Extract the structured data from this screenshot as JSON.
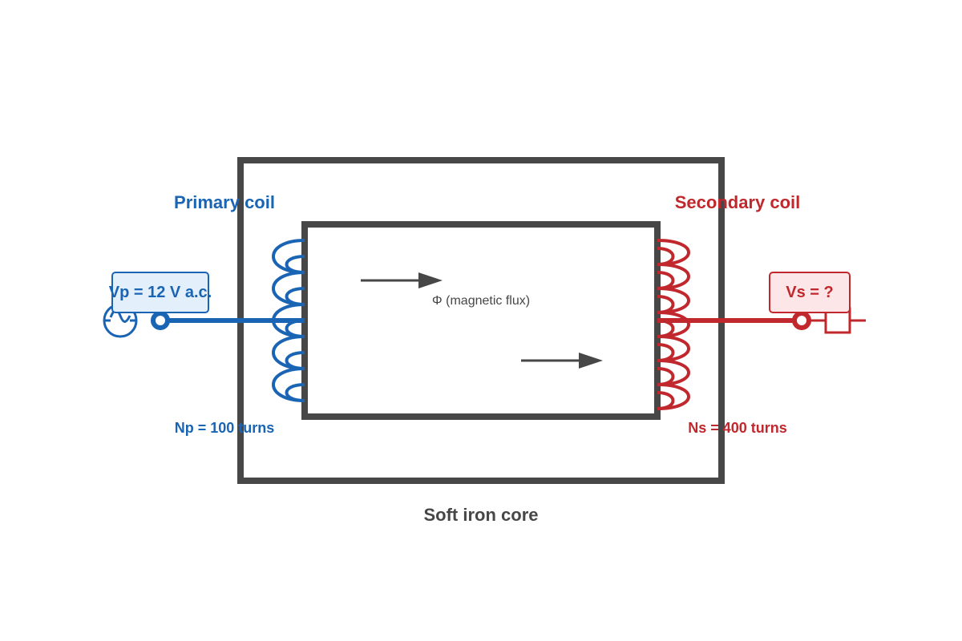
{
  "diagram": {
    "primary": {
      "title": "Primary coil",
      "voltage": "Vp = 12 V a.c.",
      "turns": "Np = 100 turns",
      "color": "#1a64b4",
      "box_fill": "#e3f0fb"
    },
    "secondary": {
      "title": "Secondary coil",
      "voltage": "Vs = ?",
      "turns": "Ns = 400 turns",
      "color": "#c0282d",
      "box_fill": "#fde6e7"
    },
    "core": {
      "label": "Soft iron core",
      "color": "#474747"
    },
    "flux": {
      "label": "Φ (magnetic flux)"
    },
    "icons": [
      "ac-source-icon",
      "load-resistor-icon",
      "flux-arrow-icon"
    ]
  }
}
